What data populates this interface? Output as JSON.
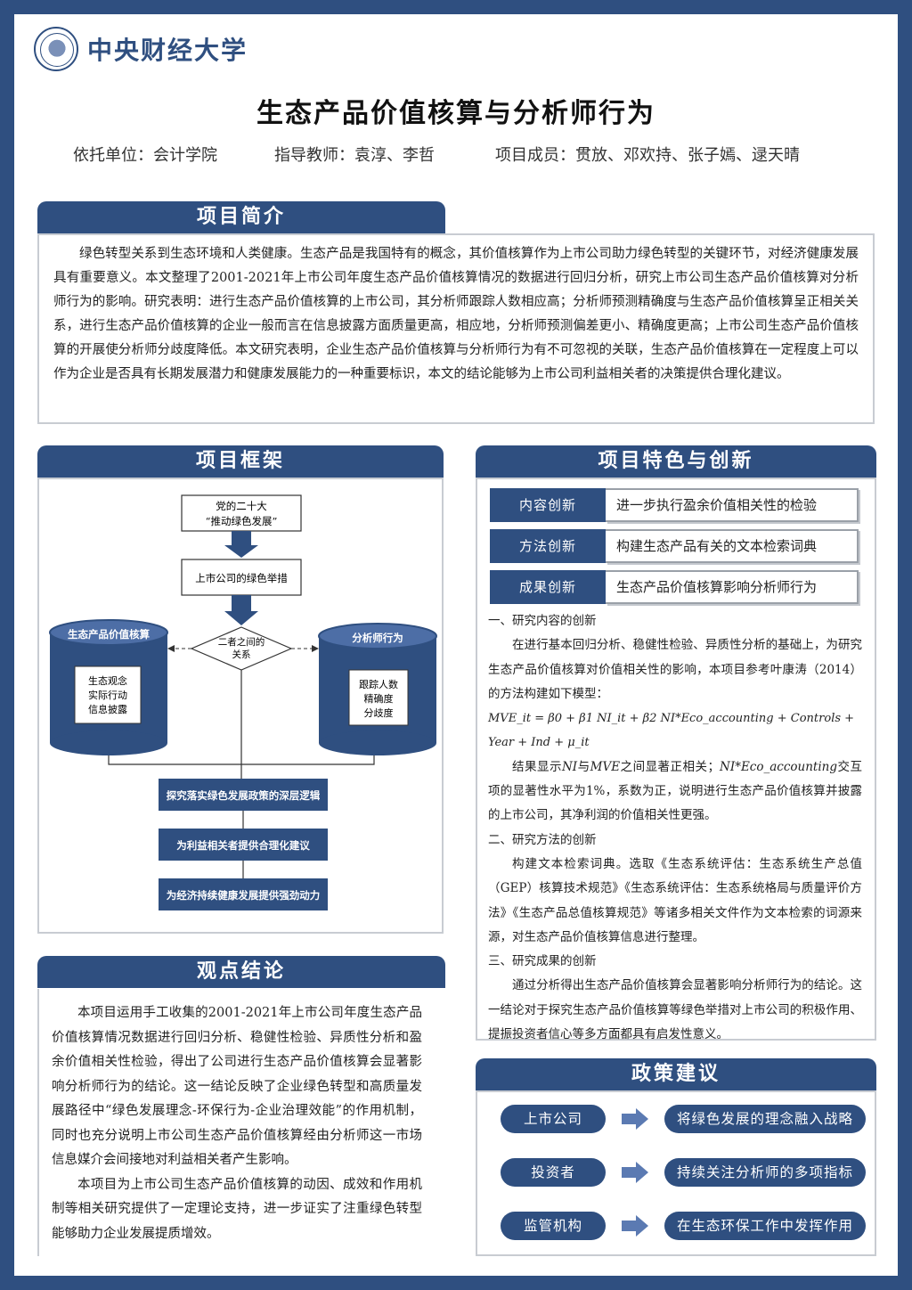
{
  "header": {
    "university": "中央财经大学",
    "title": "生态产品价值核算与分析师行为",
    "unit": "依托单位：会计学院",
    "advisor": "指导教师：袁淳、李哲",
    "members": "项目成员：贯放、邓欢持、张子嫣、逯天晴"
  },
  "intro": {
    "heading": "项目简介",
    "text": "绿色转型关系到生态环境和人类健康。生态产品是我国特有的概念，其价值核算作为上市公司助力绿色转型的关键环节，对经济健康发展具有重要意义。本文整理了2001-2021年上市公司年度生态产品价值核算情况的数据进行回归分析，研究上市公司生态产品价值核算对分析师行为的影响。研究表明：进行生态产品价值核算的上市公司，其分析师跟踪人数相应高；分析师预测精确度与生态产品价值核算呈正相关关系，进行生态产品价值核算的企业一般而言在信息披露方面质量更高，相应地，分析师预测偏差更小、精确度更高；上市公司生态产品价值核算的开展使分析师分歧度降低。本文研究表明，企业生态产品价值核算与分析师行为有不可忽视的关联，生态产品价值核算在一定程度上可以作为企业是否具有长期发展潜力和健康发展能力的一种重要标识，本文的结论能够为上市公司利益相关者的决策提供合理化建议。"
  },
  "framework": {
    "heading": "项目框架",
    "top_box_line1": "党的二十大",
    "top_box_line2": "“推动绿色发展”",
    "mid_box": "上市公司的绿色举措",
    "diamond_line1": "二者之间的",
    "diamond_line2": "关系",
    "left_cyl_title": "生态产品价值核算",
    "left_cyl_lines": [
      "生态观念",
      "实际行动",
      "信息披露"
    ],
    "right_cyl_title": "分析师行为",
    "right_cyl_lines": [
      "跟踪人数",
      "精确度",
      "分歧度"
    ],
    "step1": "探究落实绿色发展政策的深层逻辑",
    "step2": "为利益相关者提供合理化建议",
    "step3": "为经济持续健康发展提供强劲动力"
  },
  "innovation": {
    "heading": "项目特色与创新",
    "rows": [
      {
        "tag": "内容创新",
        "text": "进一步执行盈余价值相关性的检验"
      },
      {
        "tag": "方法创新",
        "text": "构建生态产品有关的文本检索词典"
      },
      {
        "tag": "成果创新",
        "text": "生态产品价值核算影响分析师行为"
      }
    ],
    "s1_title": "一、研究内容的创新",
    "s1_p1": "在进行基本回归分析、稳健性检验、异质性分析的基础上，为研究生态产品价值核算对价值相关性的影响，本项目参考叶康涛（2014）的方法构建如下模型：",
    "equation": "MVE_it = β0 + β1 NI_it + β2 NI*Eco_accounting + Controls + Year + Ind + μ_it",
    "s1_p2a": "结果显示",
    "s1_p2b": "NI",
    "s1_p2c": "与",
    "s1_p2d": "MVE",
    "s1_p2e": "之间显著正相关；",
    "s1_p2f": "NI*Eco_accounting",
    "s1_p2g": "交互项的显著性水平为1%，系数为正，说明进行生态产品价值核算并披露的上市公司，其净利润的价值相关性更强。",
    "s2_title": "二、研究方法的创新",
    "s2_p": "构建文本检索词典。选取《生态系统评估：生态系统生产总值（GEP）核算技术规范》《生态系统评估：生态系统格局与质量评价方法》《生态产品总值核算规范》等诸多相关文件作为文本检索的词源来源，对生态产品价值核算信息进行整理。",
    "s3_title": "三、研究成果的创新",
    "s3_p": "通过分析得出生态产品价值核算会显著影响分析师行为的结论。这一结论对于探究生态产品价值核算等绿色举措对上市公司的积极作用、提振投资者信心等多方面都具有启发性意义。"
  },
  "conclusion": {
    "heading": "观点结论",
    "p1": "本项目运用手工收集的2001-2021年上市公司年度生态产品价值核算情况数据进行回归分析、稳健性检验、异质性分析和盈余价值相关性检验，得出了公司进行生态产品价值核算会显著影响分析师行为的结论。这一结论反映了企业绿色转型和高质量发展路径中“绿色发展理念-环保行为-企业治理效能”的作用机制，同时也充分说明上市公司生态产品价值核算经由分析师这一市场信息媒介会间接地对利益相关者产生影响。",
    "p2": "本项目为上市公司生态产品价值核算的动因、成效和作用机制等相关研究提供了一定理论支持，进一步证实了注重绿色转型能够助力企业发展提质增效。"
  },
  "policy": {
    "heading": "政策建议",
    "rows": [
      {
        "who": "上市公司",
        "what": "将绿色发展的理念融入战略"
      },
      {
        "who": "投资者",
        "what": "持续关注分析师的多项指标"
      },
      {
        "who": "监管机构",
        "what": "在生态环保工作中发挥作用"
      }
    ]
  },
  "colors": {
    "primary": "#2f4f80",
    "arrow": "#5b7ab2",
    "border": "#c8ccd2"
  }
}
